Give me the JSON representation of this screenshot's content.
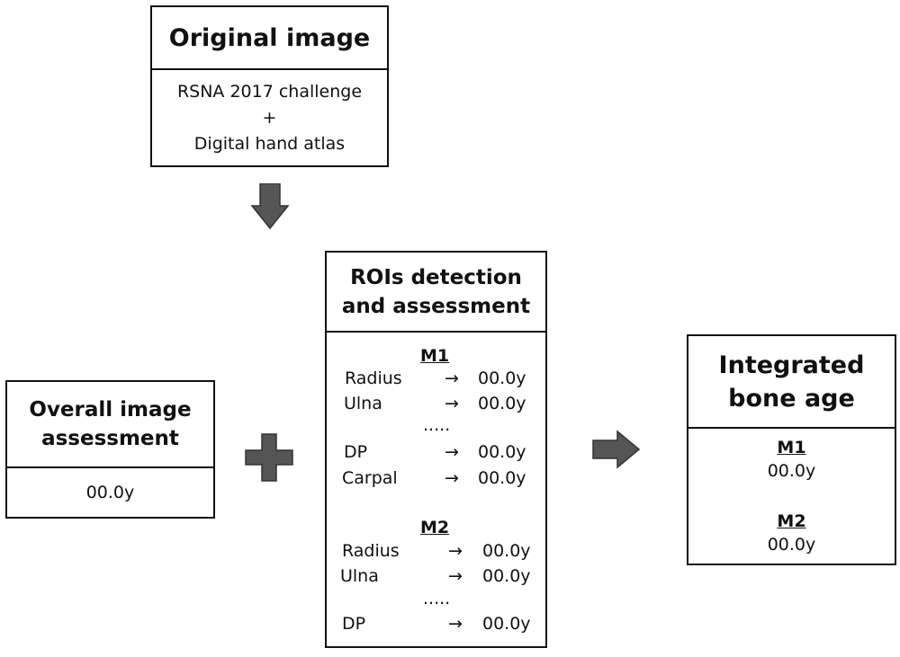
{
  "original": {
    "title": "Original image",
    "line1": "RSNA 2017 challenge",
    "plus": "+",
    "line2": "Digital hand atlas"
  },
  "overall": {
    "title_line1": "Overall image",
    "title_line2": "assessment",
    "value": "00.0y"
  },
  "rois": {
    "title_line1": "ROIs detection",
    "title_line2": "and assessment",
    "m1": {
      "label": "M1",
      "rows": [
        {
          "name": "Radius",
          "arrow": "→",
          "value": "00.0y"
        },
        {
          "name": "Ulna",
          "arrow": "→",
          "value": "00.0y"
        },
        {
          "name": "DP",
          "arrow": "→",
          "value": "00.0y"
        },
        {
          "name": "Carpal",
          "arrow": "→",
          "value": "00.0y"
        }
      ],
      "ellipsis": "....."
    },
    "m2": {
      "label": "M2",
      "rows": [
        {
          "name": "Radius",
          "arrow": "→",
          "value": "00.0y"
        },
        {
          "name": "Ulna",
          "arrow": "→",
          "value": "00.0y"
        },
        {
          "name": "DP",
          "arrow": "→",
          "value": "00.0y"
        }
      ],
      "ellipsis": "....."
    }
  },
  "integrated": {
    "title_line1": "Integrated",
    "title_line2": "bone age",
    "m1_label": "M1",
    "m1_value": "00.0y",
    "m2_label": "M2",
    "m2_value": "00.0y"
  },
  "colors": {
    "arrow_fill": "#555555",
    "border": "#111111"
  }
}
